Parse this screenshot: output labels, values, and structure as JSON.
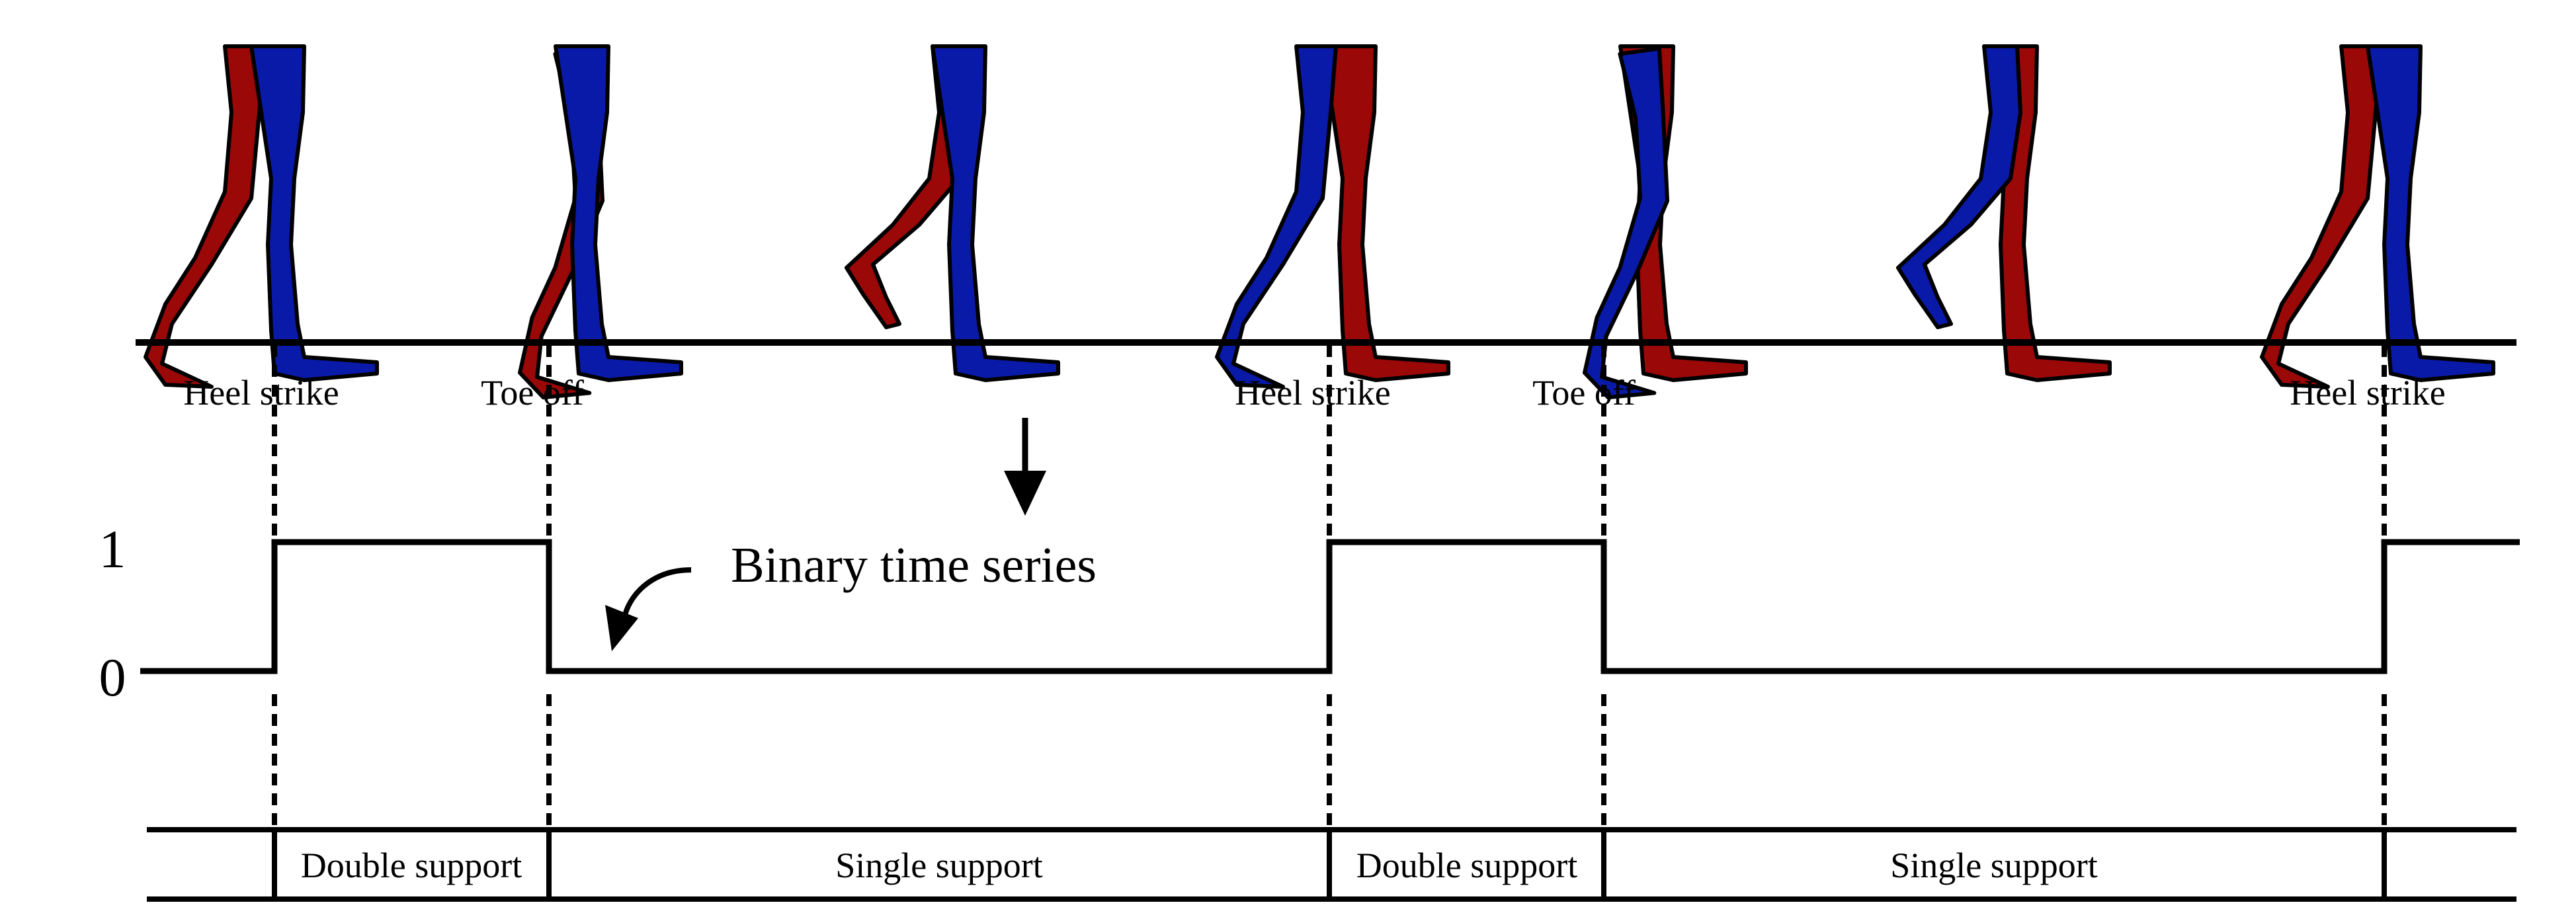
{
  "colors": {
    "leading_leg": "#0a1aa8",
    "trailing_leg": "#9a0808",
    "line": "#000000",
    "background": "#ffffff"
  },
  "gait_events": [
    {
      "label": "Heel strike"
    },
    {
      "label": "Toe off"
    },
    {
      "label": "Heel strike"
    },
    {
      "label": "Toe off"
    },
    {
      "label": "Heel strike"
    }
  ],
  "binary_levels": {
    "high": "1",
    "low": "0"
  },
  "callout": {
    "text": "Binary time series"
  },
  "phases": [
    {
      "label": "Double support"
    },
    {
      "label": "Single support"
    },
    {
      "label": "Double support"
    },
    {
      "label": "Single support"
    }
  ],
  "figures": [
    {
      "front_leg": "blue",
      "back_leg": "red"
    },
    {
      "front_leg": "blue",
      "back_leg": "red"
    },
    {
      "front_leg": "blue",
      "back_leg": "red"
    },
    {
      "front_leg": "red",
      "back_leg": "blue"
    },
    {
      "front_leg": "red",
      "back_leg": "blue"
    },
    {
      "front_leg": "red",
      "back_leg": "blue"
    },
    {
      "front_leg": "blue",
      "back_leg": "red"
    }
  ]
}
